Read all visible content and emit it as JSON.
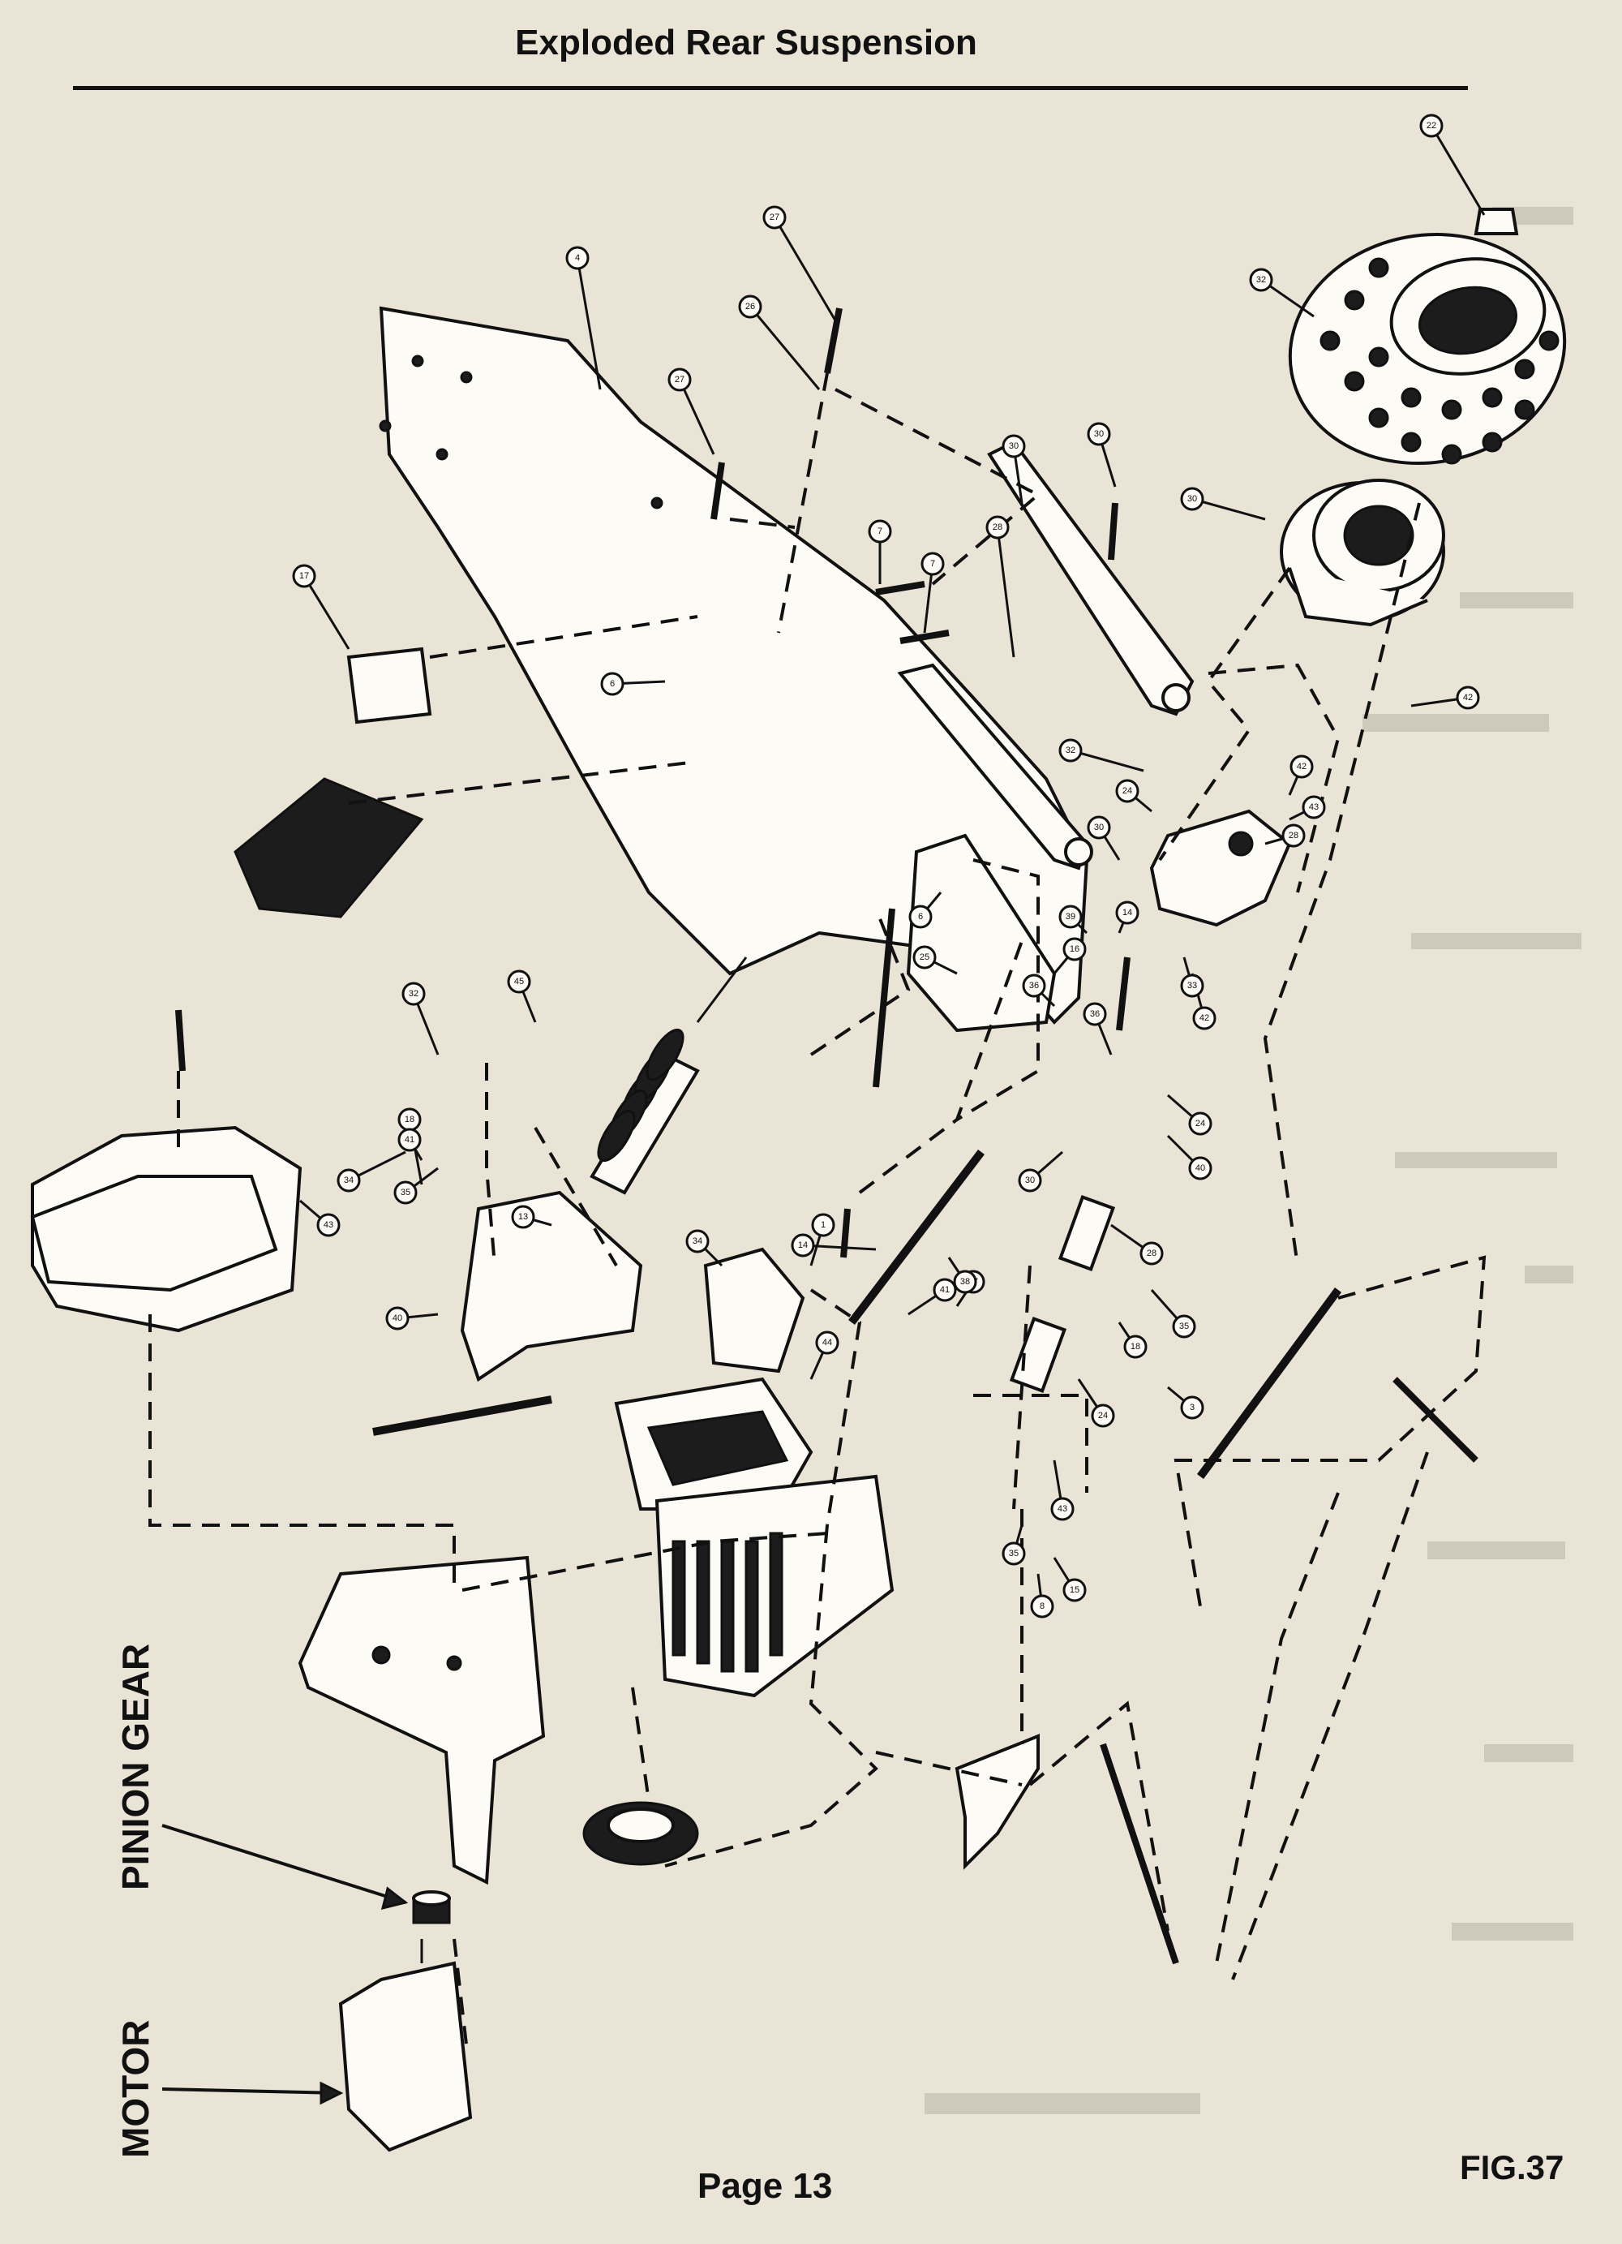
{
  "page": {
    "title": "Exploded Rear Suspension",
    "page_number": "Page  13",
    "figure_label": "FIG.37"
  },
  "side_labels": {
    "pinion_gear": "PINION   GEAR",
    "motor": "MOTOR"
  },
  "diagram": {
    "callouts": [
      "22",
      "32",
      "30",
      "42",
      "4",
      "27",
      "26",
      "27",
      "7",
      "7",
      "30",
      "30",
      "17",
      "6",
      "28",
      "32",
      "42",
      "43",
      "28",
      "24",
      "30",
      "36",
      "42",
      "33",
      "40",
      "36",
      "25",
      "16",
      "6",
      "14",
      "39",
      "24",
      "30",
      "28",
      "35",
      "18",
      "3",
      "24",
      "43",
      "35",
      "15",
      "8",
      "37",
      "38",
      "1",
      "44",
      "41",
      "34",
      "13",
      "40",
      "18",
      "41",
      "45",
      "32",
      "34",
      "43",
      "35",
      "14"
    ]
  }
}
